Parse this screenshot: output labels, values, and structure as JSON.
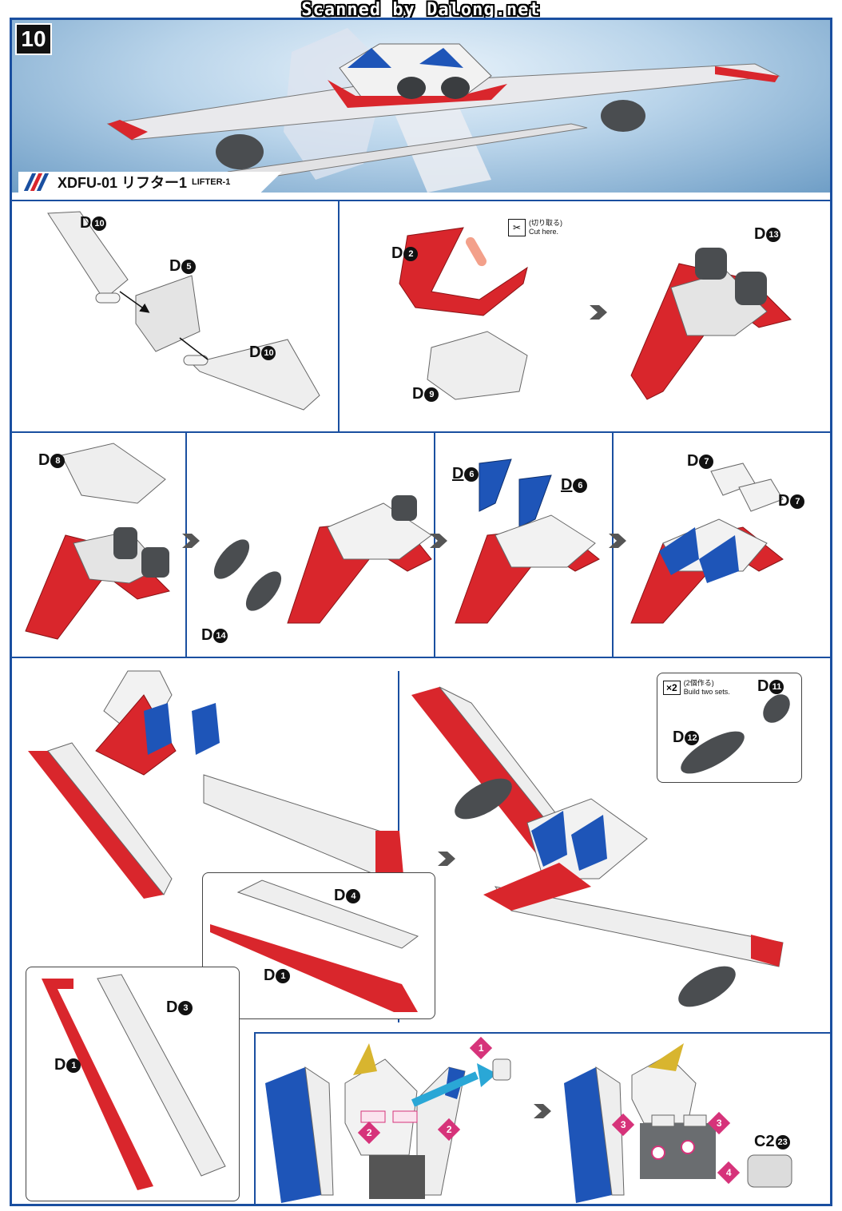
{
  "watermark": "Scanned by Dalong.net",
  "header": {
    "step_number": "10",
    "model_code": "XDFU-01 リフター1",
    "model_name_en": "LIFTER-1",
    "stripe_colors": [
      "#1a4fa0",
      "#d9262c",
      "#1a4fa0"
    ]
  },
  "parts": {
    "d10": "D",
    "d10_num": "10",
    "d5": "D",
    "d5_num": "5",
    "d2": "D",
    "d2_num": "2",
    "d9": "D",
    "d9_num": "9",
    "d13": "D",
    "d13_num": "13",
    "d8": "D",
    "d8_num": "8",
    "d14": "D",
    "d14_num": "14",
    "d6": "D",
    "d6_num": "6",
    "d7": "D",
    "d7_num": "7",
    "d4": "D",
    "d4_num": "4",
    "d1": "D",
    "d1_num": "1",
    "d3": "D",
    "d3_num": "3",
    "d11": "D",
    "d11_num": "11",
    "d12": "D",
    "d12_num": "12",
    "c2": "C2",
    "c2_num": "23"
  },
  "notes": {
    "cut_jp": "(切り取る)",
    "cut_en": "Cut here.",
    "build_multiplier": "×2",
    "build_jp": "(2個作る)",
    "build_en": "Build two sets."
  },
  "steps": {
    "s1": "1",
    "s2": "2",
    "s3": "3",
    "s4": "4"
  },
  "colors": {
    "red": "#d9262c",
    "blue": "#1e55b8",
    "gray": "#e6e6e6",
    "dark": "#4a4d50",
    "pink": "#d6337a",
    "cyan": "#2aa7d6"
  }
}
